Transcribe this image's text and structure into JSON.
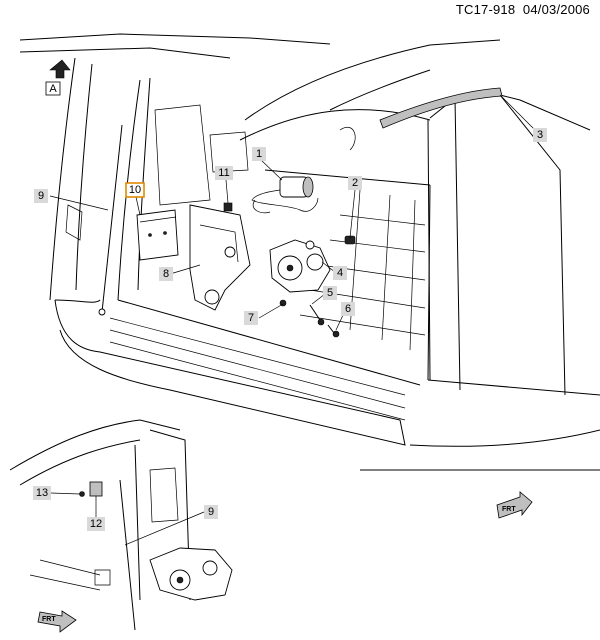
{
  "header": {
    "code": "TC17-918",
    "date": "04/03/2006"
  },
  "view_label": "A",
  "front_arrow_label": "FRT",
  "callouts": [
    {
      "id": "c1",
      "label": "1"
    },
    {
      "id": "c2",
      "label": "2"
    },
    {
      "id": "c3",
      "label": "3"
    },
    {
      "id": "c4",
      "label": "4"
    },
    {
      "id": "c5",
      "label": "5"
    },
    {
      "id": "c6",
      "label": "6"
    },
    {
      "id": "c7",
      "label": "7"
    },
    {
      "id": "c8",
      "label": "8"
    },
    {
      "id": "c9",
      "label": "9"
    },
    {
      "id": "c10",
      "label": "10",
      "highlighted": true
    },
    {
      "id": "c11",
      "label": "11"
    },
    {
      "id": "c9b",
      "label": "9"
    },
    {
      "id": "c12",
      "label": "12"
    },
    {
      "id": "c13",
      "label": "13"
    }
  ],
  "colors": {
    "callout_fill": "#d9d9d9",
    "highlight_border": "#e08a00"
  }
}
